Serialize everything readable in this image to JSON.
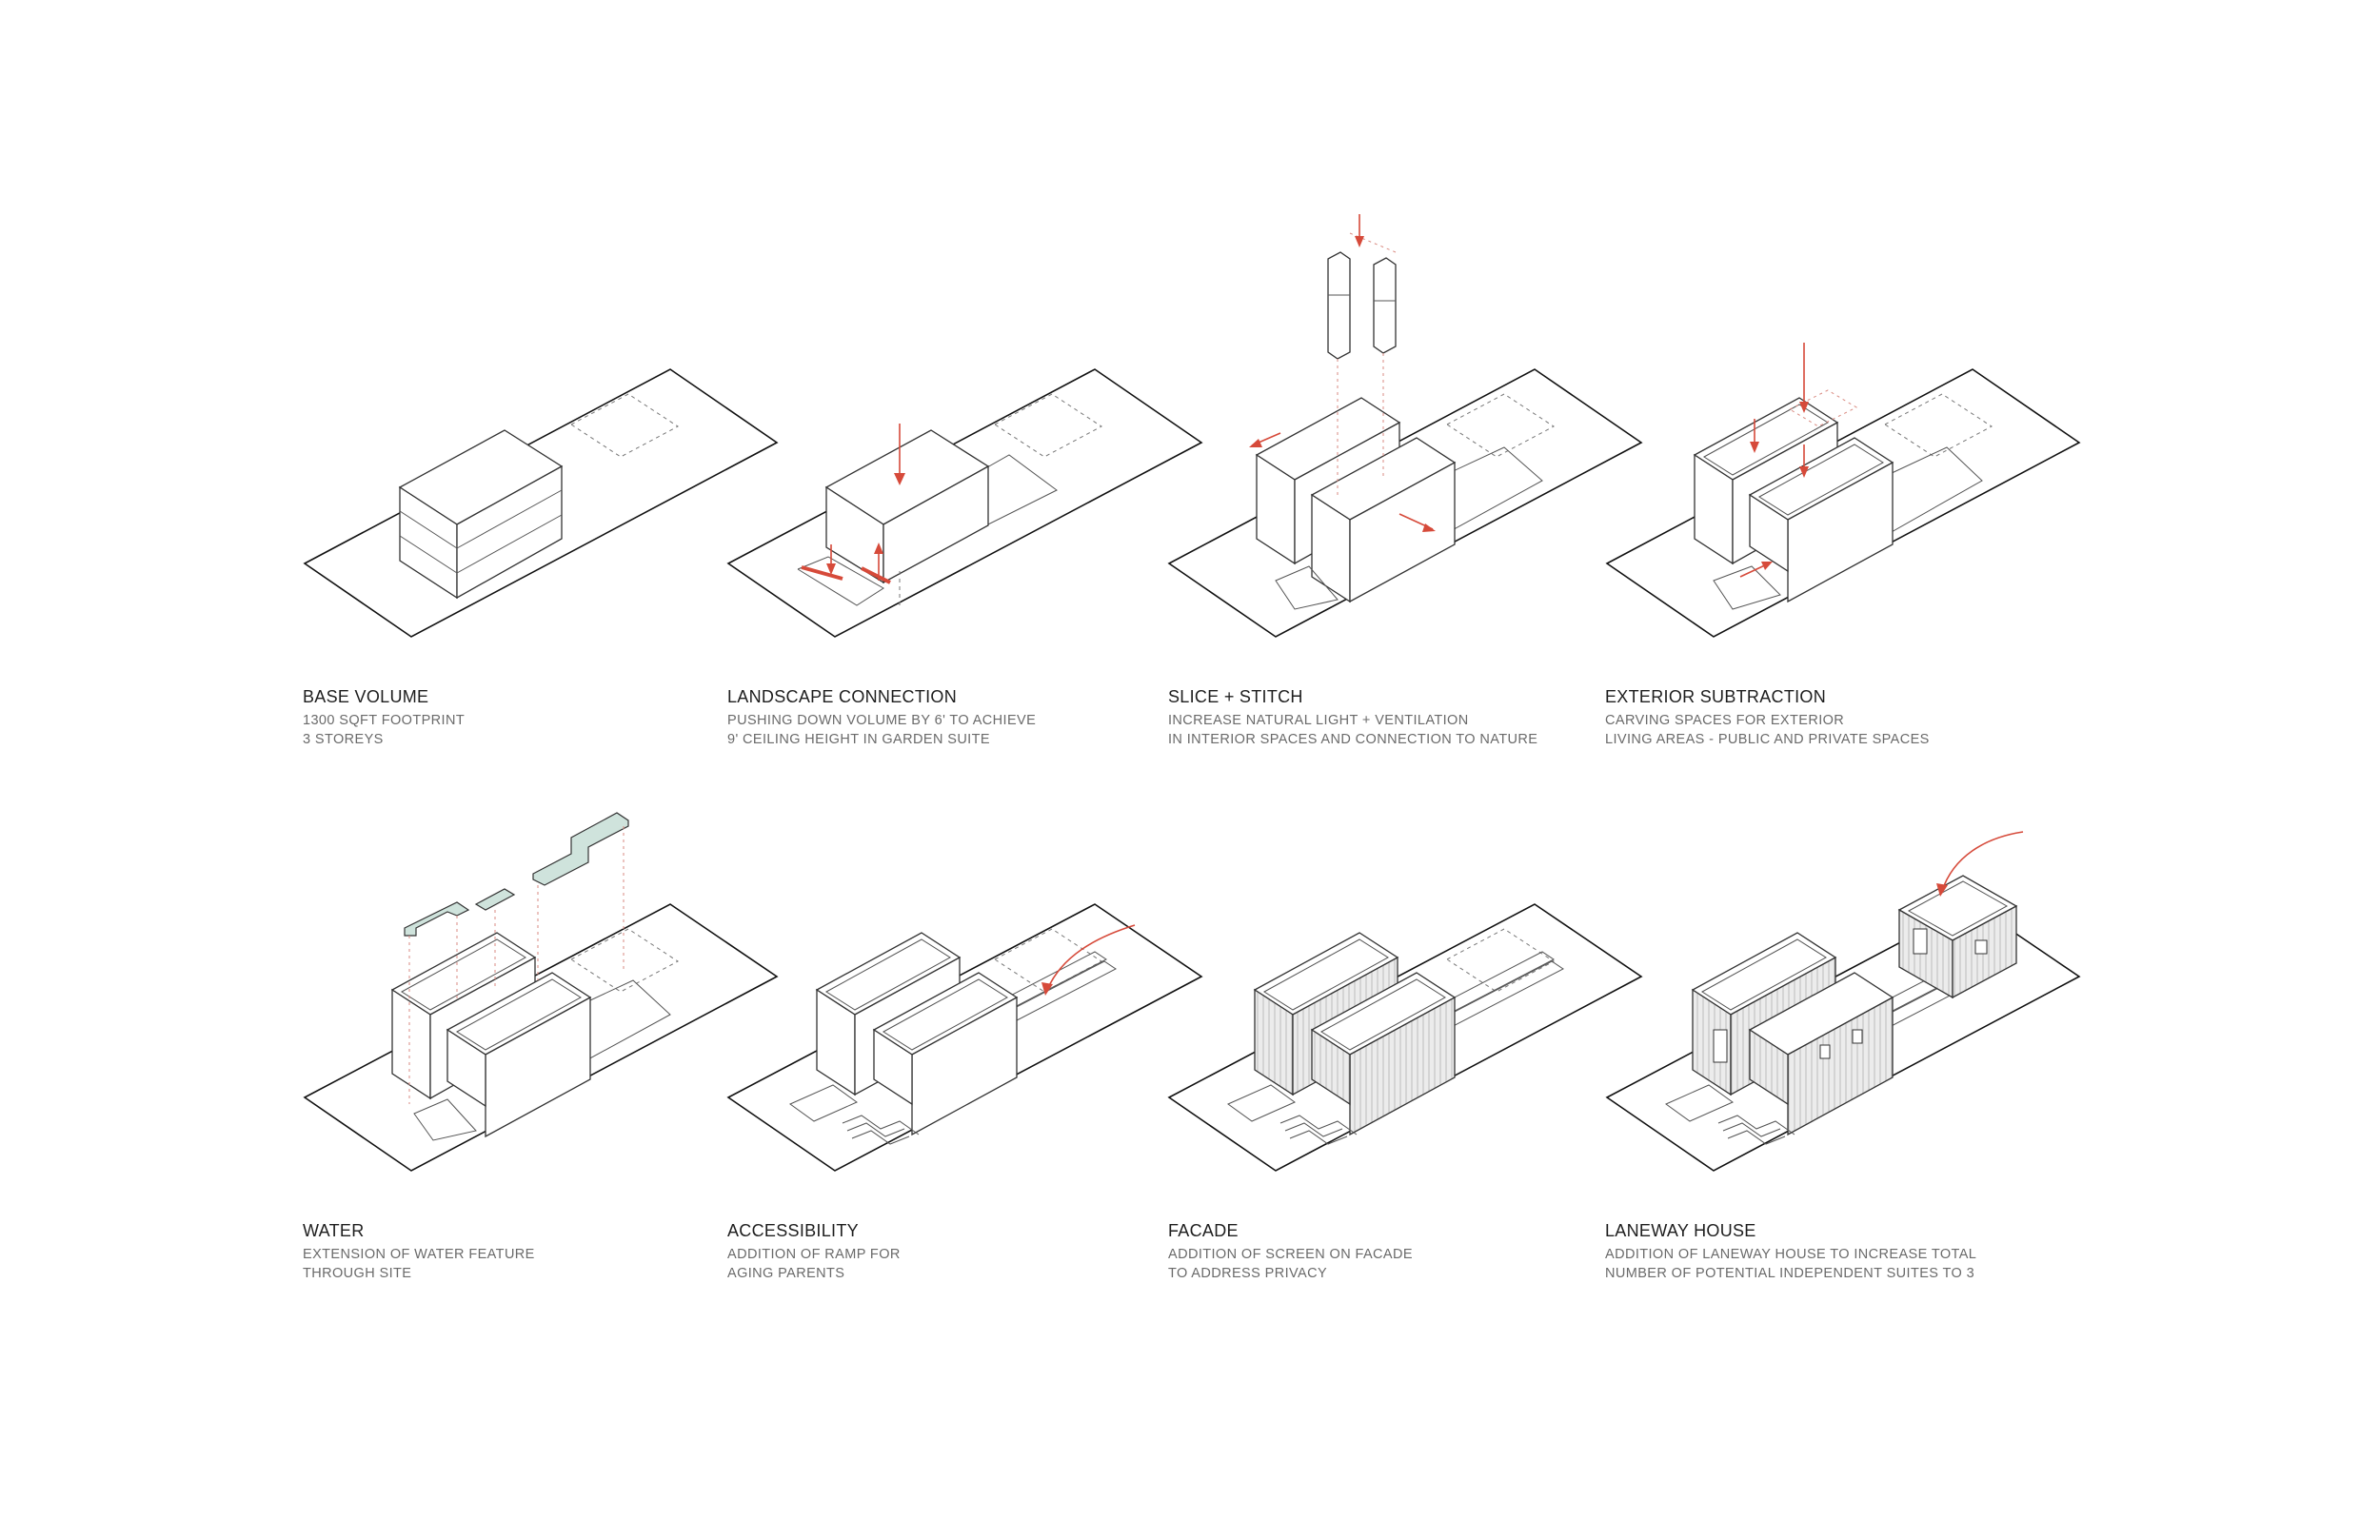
{
  "panels": [
    {
      "title": "BASE VOLUME",
      "lines": [
        "1300 SQFT FOOTPRINT",
        "3 STOREYS"
      ]
    },
    {
      "title": "LANDSCAPE CONNECTION",
      "lines": [
        "PUSHING DOWN VOLUME BY 6' TO ACHIEVE",
        "9' CEILING HEIGHT IN GARDEN SUITE"
      ]
    },
    {
      "title": "SLICE + STITCH",
      "lines": [
        "INCREASE NATURAL LIGHT + VENTILATION",
        "IN INTERIOR SPACES AND CONNECTION TO NATURE"
      ]
    },
    {
      "title": "EXTERIOR SUBTRACTION",
      "lines": [
        "CARVING SPACES FOR EXTERIOR",
        "LIVING AREAS - PUBLIC AND PRIVATE SPACES"
      ]
    },
    {
      "title": "WATER",
      "lines": [
        "EXTENSION OF WATER FEATURE",
        "THROUGH SITE"
      ]
    },
    {
      "title": "ACCESSIBILITY",
      "lines": [
        "ADDITION OF RAMP FOR",
        "AGING PARENTS"
      ]
    },
    {
      "title": "FACADE",
      "lines": [
        "ADDITION OF SCREEN ON FACADE",
        "TO ADDRESS PRIVACY"
      ]
    },
    {
      "title": "LANEWAY HOUSE",
      "lines": [
        "ADDITION OF LANEWAY HOUSE TO INCREASE TOTAL",
        "NUMBER OF POTENTIAL INDEPENDENT SUITES TO 3"
      ]
    }
  ],
  "colors": {
    "accent_red": "#d64a3a",
    "water": "#cfe3dc",
    "ink": "#111111",
    "caption_grey": "#6a6a6a"
  }
}
